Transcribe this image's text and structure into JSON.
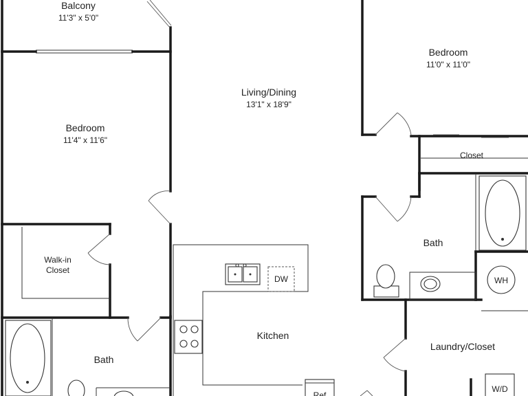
{
  "rooms": {
    "balcony": {
      "name": "Balcony",
      "dims": "11'3\" x 5'0\""
    },
    "bedroom_left": {
      "name": "Bedroom",
      "dims": "11'4\" x 11'6\""
    },
    "living_dining": {
      "name": "Living/Dining",
      "dims": "13'1\" x 18'9\""
    },
    "bedroom_right": {
      "name": "Bedroom",
      "dims": "11'0\" x 11'0\""
    },
    "closet": {
      "name": "Closet"
    },
    "walk_in_closet": {
      "line1": "Walk-in",
      "line2": "Closet"
    },
    "bath_right": {
      "name": "Bath"
    },
    "bath_left": {
      "name": "Bath"
    },
    "kitchen": {
      "name": "Kitchen"
    },
    "laundry_closet": {
      "name": "Laundry/Closet"
    }
  },
  "fixtures": {
    "dishwasher": "DW",
    "water_heater": "WH",
    "washer_dryer": "W/D",
    "refrigerator": "Ref"
  }
}
